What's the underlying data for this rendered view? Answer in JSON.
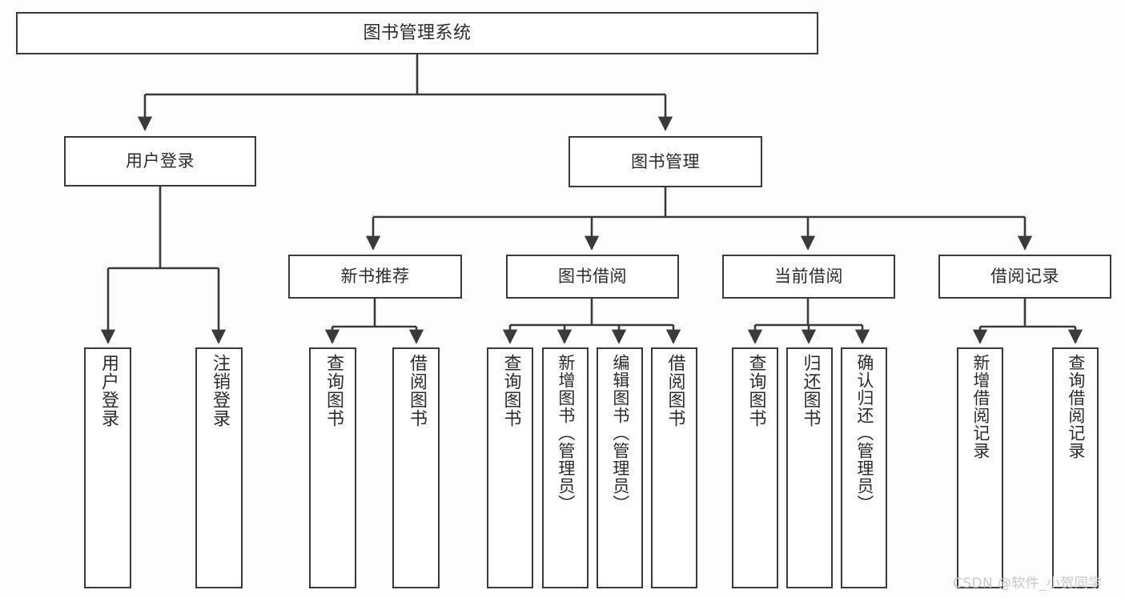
{
  "diagram": {
    "type": "tree-hierarchy-chart",
    "title": "图书管理系统",
    "line_color": "#3a3a3a",
    "box_fill": "#ffffff",
    "text_color": "#2b2b2b",
    "background": "#fdfdfd",
    "root": {
      "label": "图书管理系统"
    },
    "level1": [
      {
        "label": "用户登录"
      },
      {
        "label": "图书管理"
      }
    ],
    "level2": [
      {
        "label": "新书推荐"
      },
      {
        "label": "图书借阅"
      },
      {
        "label": "当前借阅"
      },
      {
        "label": "借阅记录"
      }
    ],
    "leaves": {
      "user_login": [
        {
          "label": "用户登录"
        },
        {
          "label": "注销登录"
        }
      ],
      "new_book_recommend": [
        {
          "label": "查询图书"
        },
        {
          "label": "借阅图书"
        }
      ],
      "book_borrow": [
        {
          "label": "查询图书"
        },
        {
          "label": "新增图书（管理员）"
        },
        {
          "label": "编辑图书（管理员）"
        },
        {
          "label": "借阅图书"
        }
      ],
      "current_borrow": [
        {
          "label": "查询图书"
        },
        {
          "label": "归还图书"
        },
        {
          "label": "确认归还（管理员）"
        }
      ],
      "borrow_record": [
        {
          "label": "新增借阅记录"
        },
        {
          "label": "查询借阅记录"
        }
      ]
    }
  },
  "watermark": {
    "text": "CSDN @软件_小贺同学"
  }
}
